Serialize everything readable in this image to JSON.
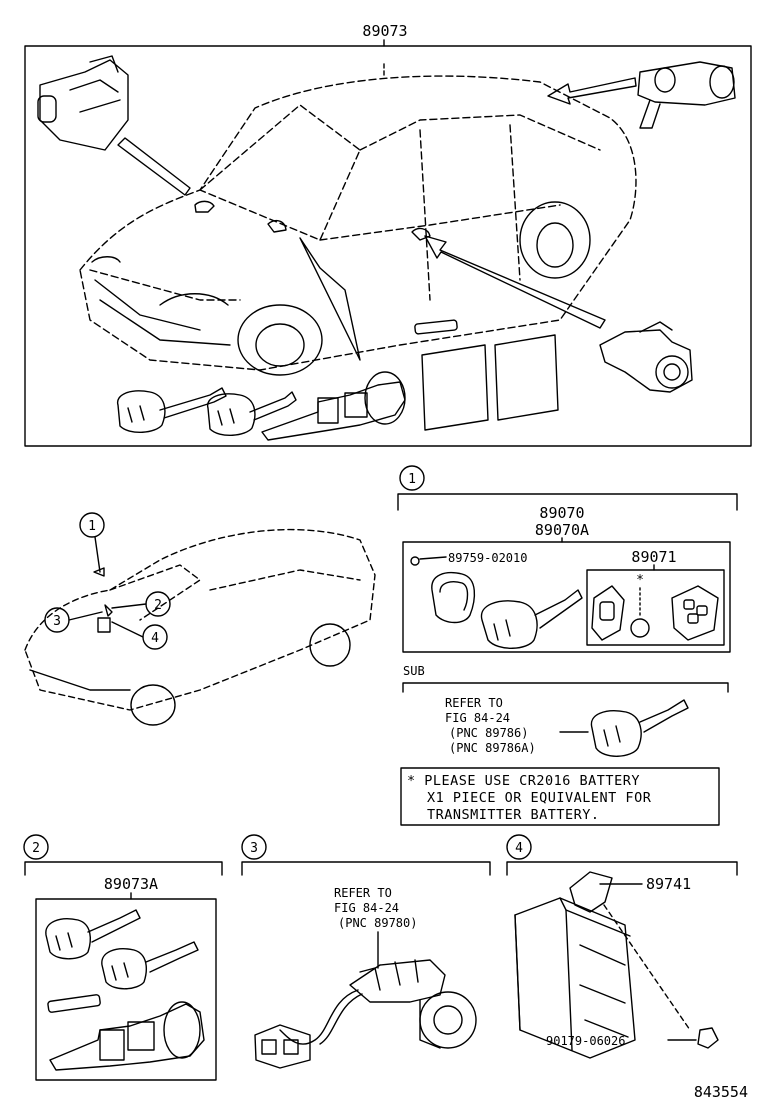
{
  "main": {
    "part_number": "89073"
  },
  "overview": {
    "callouts": [
      "1",
      "2",
      "3",
      "4"
    ]
  },
  "section1": {
    "circle": "1",
    "part_numbers": [
      "89070",
      "89070A"
    ],
    "screw": "89759-02010",
    "transmitter": "89071",
    "asterisk": "*",
    "sub_label": "SUB",
    "refer_lines": [
      "REFER TO",
      "FIG 84-24",
      "(PNC 89786)",
      "(PNC 89786A)"
    ],
    "note_lines": [
      "* PLEASE USE CR2016 BATTERY",
      "X1 PIECE OR EQUIVALENT FOR",
      "TRANSMITTER BATTERY."
    ]
  },
  "section2": {
    "circle": "2",
    "part_number": "89073A"
  },
  "section3": {
    "circle": "3",
    "refer_lines": [
      "REFER TO",
      "FIG 84-24",
      "(PNC 89780)"
    ]
  },
  "section4": {
    "circle": "4",
    "part_number": "89741",
    "bolt": "90179-06026"
  },
  "figure_id": "843554"
}
